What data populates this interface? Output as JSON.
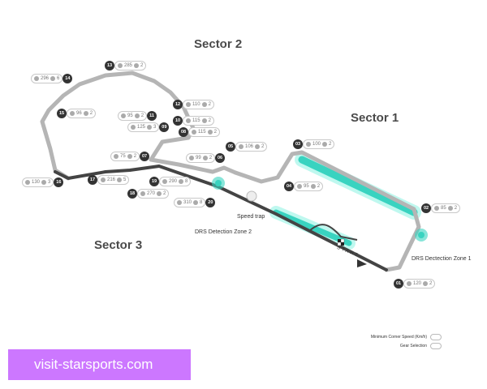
{
  "sectors": {
    "s1": "Sector 1",
    "s2": "Sector 2",
    "s3": "Sector 3"
  },
  "labels": {
    "drs1": "DRS Dectection Zone 1",
    "drs2": "DRS Detection Zone 2",
    "speed_trap": "Speed trap",
    "start": "START"
  },
  "legend": {
    "corner_speed": "Minimum Corner Speed (Km/h)",
    "gear": "Gear Selection"
  },
  "corners": [
    {
      "num": "01",
      "speed": "120",
      "gear": "2"
    },
    {
      "num": "02",
      "speed": "85",
      "gear": "2"
    },
    {
      "num": "03",
      "speed": "100",
      "gear": "2"
    },
    {
      "num": "04",
      "speed": "95",
      "gear": "2"
    },
    {
      "num": "05",
      "speed": "106",
      "gear": "2"
    },
    {
      "num": "06",
      "speed": "99",
      "gear": "2"
    },
    {
      "num": "07",
      "speed": "75",
      "gear": "2"
    },
    {
      "num": "08",
      "speed": "115",
      "gear": "2"
    },
    {
      "num": "09",
      "speed": "125",
      "gear": "3"
    },
    {
      "num": "10",
      "speed": "115",
      "gear": "2"
    },
    {
      "num": "11",
      "speed": "95",
      "gear": "2"
    },
    {
      "num": "12",
      "speed": "110",
      "gear": "2"
    },
    {
      "num": "13",
      "speed": "285",
      "gear": "2"
    },
    {
      "num": "14",
      "speed": "296",
      "gear": "6"
    },
    {
      "num": "15",
      "speed": "96",
      "gear": "2"
    },
    {
      "num": "16",
      "speed": "130",
      "gear": "3"
    },
    {
      "num": "17",
      "speed": "216",
      "gear": "5"
    },
    {
      "num": "18",
      "speed": "270",
      "gear": "2"
    },
    {
      "num": "19",
      "speed": "290",
      "gear": "8"
    },
    {
      "num": "20",
      "speed": "310",
      "gear": "8"
    }
  ],
  "banner": {
    "text": "visit-starsports.com",
    "color": "#cc77ff"
  },
  "colors": {
    "track": "#b5b5b5",
    "track_dark": "#444444",
    "drs_zone": "#39d3c0",
    "drs_glow": "#7ff2e0"
  }
}
